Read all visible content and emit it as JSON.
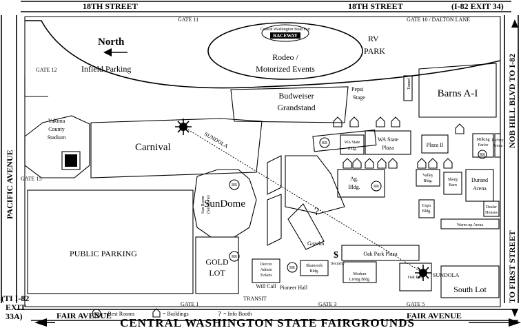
{
  "title": "CENTRAL WASHINGTON STATE FAIRGROUNDS",
  "streets": {
    "north_left": "18TH STREET",
    "north_right": "18TH STREET",
    "north_exit": "(I-82 EXIT 34)",
    "west": "PACIFIC AVENUE",
    "east_upper": "NOB HILL BLVD TO I-82",
    "east_lower": "TO FIRST STREET",
    "south_left": "FAIR AVENUE",
    "south_right": "FAIR AVENUE",
    "south_exit": [
      "(TI I-82",
      "EXIT",
      "33A)"
    ]
  },
  "gates": {
    "g11": "GATE 11",
    "g10": "GATE 10 / DALTON LANE",
    "g12": "GATE 12",
    "g15": "GATE 15",
    "g1": "GATE 1",
    "g3": "GATE 3",
    "g5": "GATE 5"
  },
  "areas": {
    "north": "North",
    "infield": "Infield Parking",
    "raceway_top": "Central Washington State Fair",
    "raceway": "RACEWAY",
    "rodeo": [
      "Rodeo /",
      "Motorized Events"
    ],
    "rv": [
      "RV",
      "PARK"
    ],
    "tunnel": "Tunnel",
    "budweiser": [
      "Budweiser",
      "Grandstand"
    ],
    "pepsi": [
      "Pepsi",
      "Stage"
    ],
    "barns": "Barns A-I",
    "yakima": [
      "Yakima",
      "County",
      "Stadium"
    ],
    "carnival": "Carnival",
    "sundola_top": "SUNDOLA",
    "sundola_bottom": "SUNDOLA",
    "wa_bldg": [
      "WA State",
      "Bldg."
    ],
    "wa_plaza": [
      "WA State",
      "Plaza"
    ],
    "plaza2": "Plaza II",
    "milking": [
      "Milking",
      "Parlor"
    ],
    "richey": [
      "Richey",
      "Arena"
    ],
    "sundome": "SunDome",
    "sunwing": [
      "Sun Room",
      "(Sundome)"
    ],
    "ag": [
      "Ag.",
      "Bldg."
    ],
    "valley": [
      "Valley",
      "Bldg."
    ],
    "sheep": [
      "Sheep",
      "Barn"
    ],
    "durand": [
      "Durand",
      "Arena"
    ],
    "expo": [
      "Expo",
      "Bldg."
    ],
    "dealer": [
      "Dealer",
      "Houses"
    ],
    "warmup": "Warm-up Arena",
    "gazebo": "Gazebo",
    "oak_plaza": "Oak Park Plaza",
    "oak_park": "Oak Park",
    "south_lot": "South Lot",
    "public_parking": "PUBLIC PARKING",
    "gold_lot": [
      "GOLD",
      "LOT"
    ],
    "deccio": [
      "Deccio",
      "Admin",
      "Tickets"
    ],
    "will_call": "Will Call",
    "shamrock": [
      "Shamrock",
      "Bldg."
    ],
    "security": "Security",
    "modern": [
      "Modern",
      "Living Bldg."
    ],
    "pioneer": "Pioneer Hall",
    "transit": "TRANSIT",
    "dollar": "$",
    "question": "?"
  },
  "legend": {
    "rr_symbol": "RR",
    "rr_label": "= Rest Rooms",
    "bldg_label": "= Buildings",
    "info_symbol": "?",
    "info_label": "= Info Booth"
  }
}
